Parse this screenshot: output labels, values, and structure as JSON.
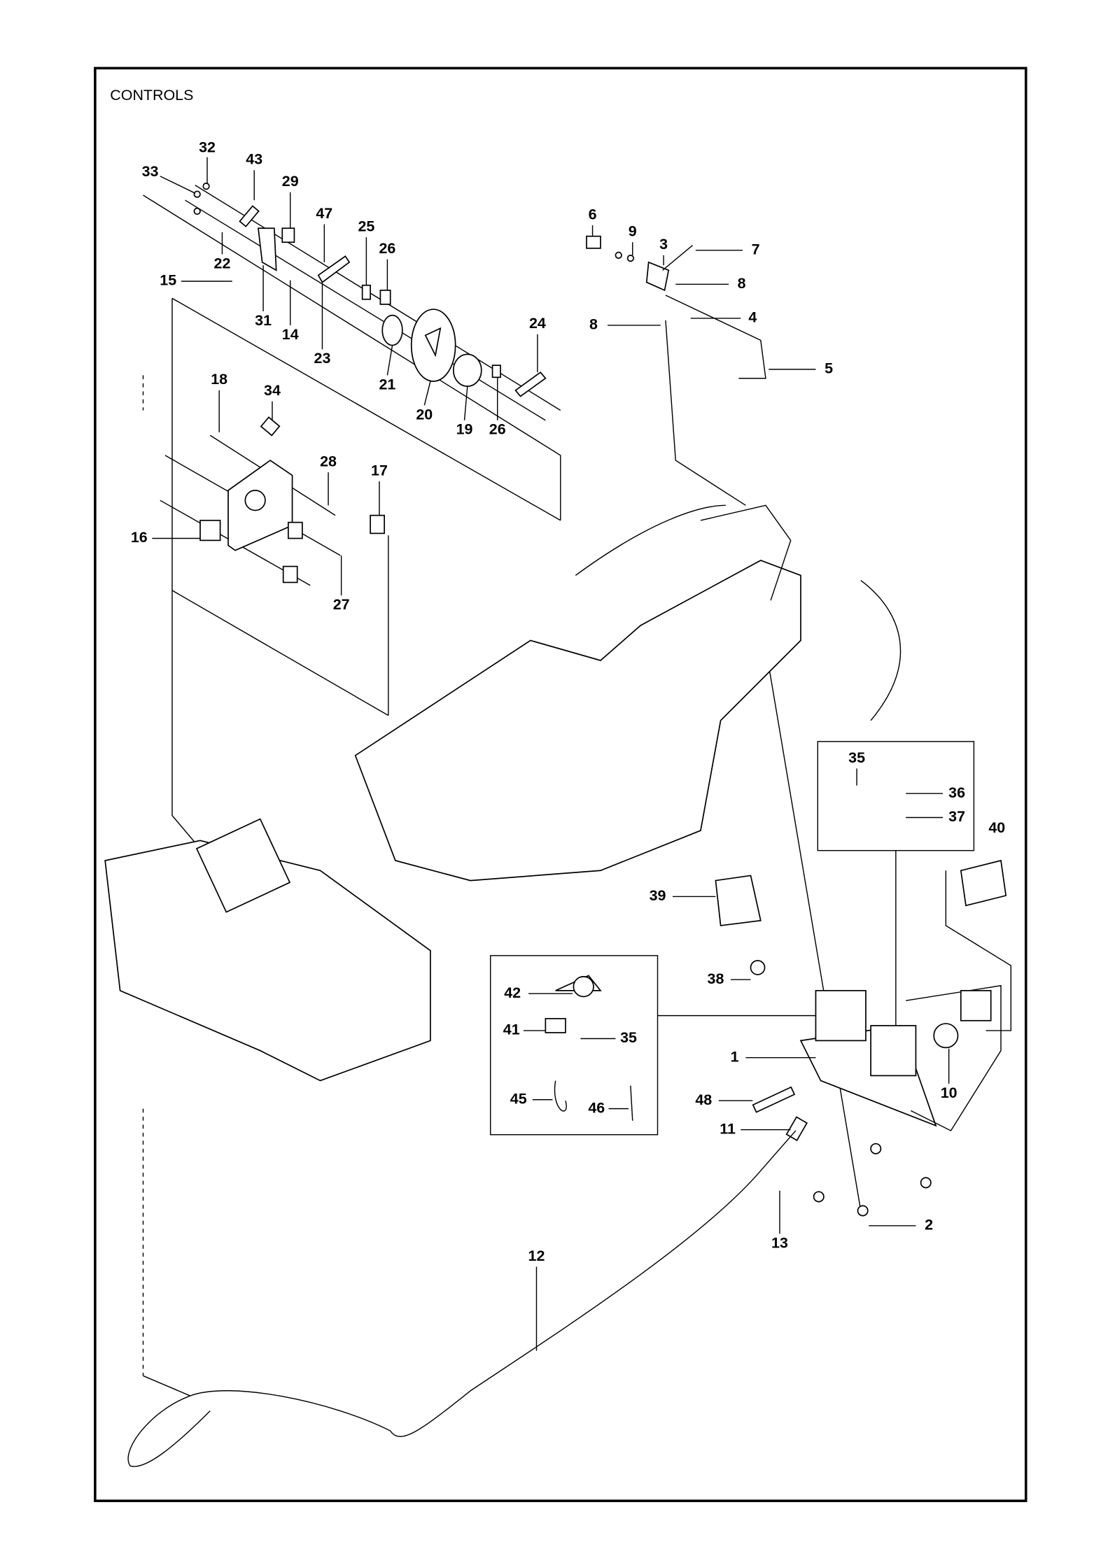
{
  "title": "CONTROLS",
  "labels": [
    "32",
    "43",
    "33",
    "29",
    "47",
    "25",
    "26",
    "6",
    "9",
    "3",
    "7",
    "8",
    "8",
    "4",
    "5",
    "22",
    "15",
    "31",
    "14",
    "23",
    "24",
    "21",
    "20",
    "19",
    "26",
    "18",
    "34",
    "28",
    "17",
    "16",
    "27",
    "35",
    "36",
    "37",
    "40",
    "39",
    "38",
    "42",
    "41",
    "35",
    "1",
    "10",
    "45",
    "46",
    "48",
    "11",
    "2",
    "13",
    "12"
  ]
}
